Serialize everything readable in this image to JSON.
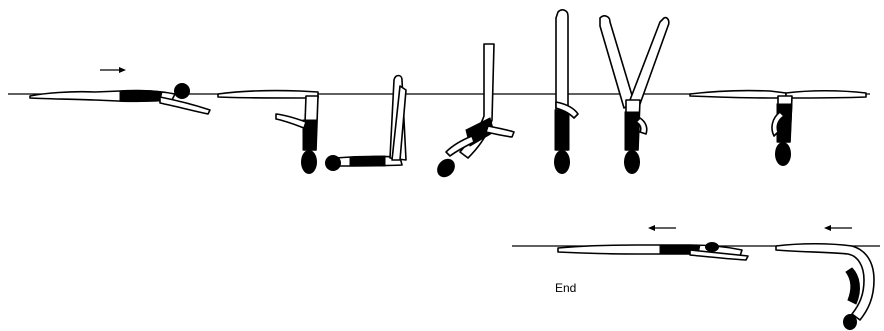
{
  "diagram": {
    "end_label": "End",
    "stroke_color": "#000000",
    "background": "#ffffff",
    "figures": [
      {
        "name": "back-layout-float",
        "pose": "horizontal-prone",
        "arrow": "right"
      },
      {
        "name": "bent-knee-surface",
        "pose": "knee-bent-inverted"
      },
      {
        "name": "submerged-vertical-leg",
        "pose": "back-layout-one-leg-up"
      },
      {
        "name": "ascending-split",
        "pose": "diagonal-ascent"
      },
      {
        "name": "vertical-one-leg",
        "pose": "inverted-vertical"
      },
      {
        "name": "vertical-split",
        "pose": "inverted-v-split"
      },
      {
        "name": "surface-split",
        "pose": "horizontal-split-inverted"
      },
      {
        "name": "return-float",
        "pose": "horizontal-prone",
        "arrow": "left"
      },
      {
        "name": "descending-curve",
        "pose": "curved-dive",
        "arrow": "left"
      }
    ]
  }
}
